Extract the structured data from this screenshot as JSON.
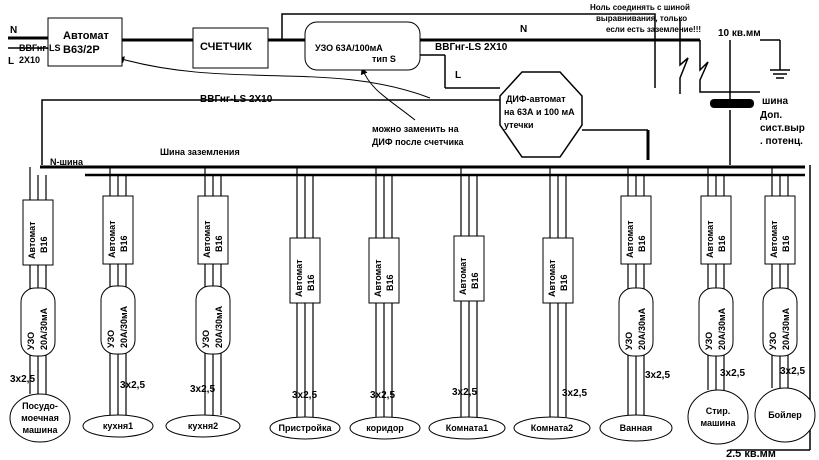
{
  "wires": {
    "n_in": "N",
    "l_in": "L",
    "cable_in_1": "ВВГнг-LS",
    "cable_in_2": "2Х10",
    "n_right": "N",
    "l_right": "L",
    "cable_right": "ВВГнг-LS 2Х10",
    "cable_return": "ВВГнг-LS 2Х10",
    "n_bus": "N-шина",
    "ground_bus": "Шина заземления"
  },
  "main_breaker": {
    "line1": "Автомат",
    "line2": "В63/2Р"
  },
  "meter": "СЧЕТЧИК",
  "main_rcd": {
    "line1": "УЗО 63А/100мА",
    "line2": "тип S"
  },
  "dif": {
    "line1": "ДИФ-автомат",
    "line2": "на 63А и  100 мА",
    "line3": "утечки"
  },
  "dif_note": {
    "line1": "можно заменить на",
    "line2": "ДИФ после счетчика"
  },
  "note_top": {
    "line1": "Ноль соединять с шиной",
    "line2": "выравнивания, только",
    "line3": "если есть заземление!!!"
  },
  "bus_size": "10 кв.мм",
  "bus_label": {
    "line1": "шина",
    "line2": "Доп.",
    "line3": "сист.выр",
    "line4": ". потенц."
  },
  "bottom_size": "2.5 кв.мм",
  "circuits": [
    {
      "breaker_l1": "Автомат",
      "breaker_l2": "В16",
      "rcd_l1": "УЗО",
      "rcd_l2": "20А/30мА",
      "cable": "3х2,5",
      "load": [
        "Посудо-",
        "моечная",
        "машина"
      ]
    },
    {
      "breaker_l1": "Автомат",
      "breaker_l2": "В16",
      "rcd_l1": "УЗО",
      "rcd_l2": "20А/30мА",
      "cable": "3х2,5",
      "load": [
        "кухня1"
      ]
    },
    {
      "breaker_l1": "Автомат",
      "breaker_l2": "В16",
      "rcd_l1": "УЗО",
      "rcd_l2": "20А/30мА",
      "cable": "3х2,5",
      "load": [
        "кухня2"
      ]
    },
    {
      "breaker_l1": "Автомат",
      "breaker_l2": "В16",
      "rcd_l1": "",
      "rcd_l2": "",
      "cable": "3х2,5",
      "load": [
        "Пристройка"
      ]
    },
    {
      "breaker_l1": "Автомат",
      "breaker_l2": "В16",
      "rcd_l1": "",
      "rcd_l2": "",
      "cable": "3х2,5",
      "load": [
        "коридор"
      ]
    },
    {
      "breaker_l1": "Автомат",
      "breaker_l2": "В16",
      "rcd_l1": "",
      "rcd_l2": "",
      "cable": "3х2,5",
      "load": [
        "Комната1"
      ]
    },
    {
      "breaker_l1": "Автомат",
      "breaker_l2": "В16",
      "rcd_l1": "",
      "rcd_l2": "",
      "cable": "3х2,5",
      "load": [
        "Комната2"
      ]
    },
    {
      "breaker_l1": "Автомат",
      "breaker_l2": "В16",
      "rcd_l1": "УЗО",
      "rcd_l2": "20А/30мА",
      "cable": "3х2,5",
      "load": [
        "Ванная"
      ]
    },
    {
      "breaker_l1": "Автомат",
      "breaker_l2": "В16",
      "rcd_l1": "УЗО",
      "rcd_l2": "20А/30мА",
      "cable": "3х2,5",
      "load": [
        "Стир.",
        "машина"
      ]
    },
    {
      "breaker_l1": "Автомат",
      "breaker_l2": "В16",
      "rcd_l1": "УЗО",
      "rcd_l2": "20А/30мА",
      "cable": "3х2,5",
      "load": [
        "Бойлер"
      ]
    }
  ]
}
